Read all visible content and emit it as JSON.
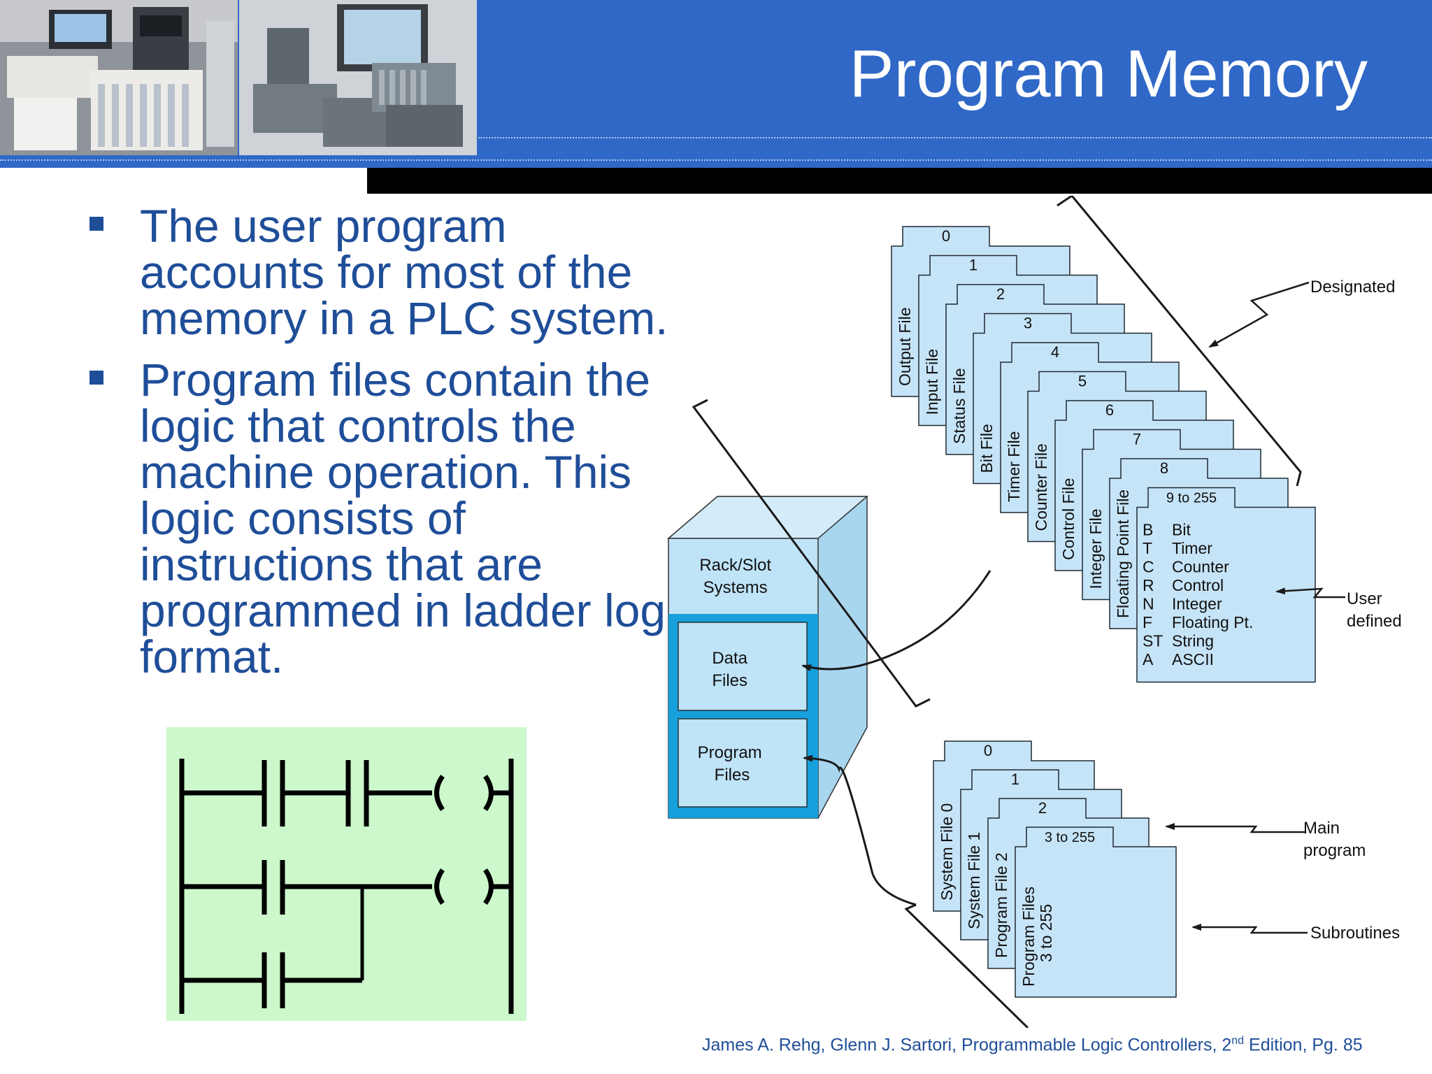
{
  "title": "Program Memory",
  "bullets": [
    {
      "text": "The user program accounts for most of the memory in a PLC system."
    },
    {
      "text": "Program files contain the logic that controls the machine operation. This logic consists of instructions that are programmed in ladder logic format."
    }
  ],
  "cabinet": {
    "rack_label": [
      "Rack/Slot",
      "Systems"
    ],
    "data_label": [
      "Data",
      "Files"
    ],
    "program_label": [
      "Program",
      "Files"
    ]
  },
  "data_files": {
    "numbers": [
      "0",
      "1",
      "2",
      "3",
      "4",
      "5",
      "6",
      "7",
      "8"
    ],
    "names": [
      "Output File",
      "Input File",
      "Status File",
      "Bit File",
      "Timer File",
      "Counter File",
      "Control File",
      "Integer File",
      "Floating Point File"
    ],
    "last_tab": "9 to 255",
    "user_types": [
      {
        "code": "B",
        "name": "Bit"
      },
      {
        "code": "T",
        "name": "Timer"
      },
      {
        "code": "C",
        "name": "Counter"
      },
      {
        "code": "R",
        "name": "Control"
      },
      {
        "code": "N",
        "name": "Integer"
      },
      {
        "code": "F",
        "name": "Floating Pt."
      },
      {
        "code": "ST",
        "name": "String"
      },
      {
        "code": "A",
        "name": "ASCII"
      }
    ],
    "designated_label": "Designated",
    "user_defined_label": [
      "User",
      "defined"
    ]
  },
  "program_files": {
    "numbers": [
      "0",
      "1",
      "2"
    ],
    "names": [
      "System File 0",
      "System File 1",
      "Program File 2"
    ],
    "last_tab": "3 to 255",
    "last_name": [
      "Program Files",
      "3 to 255"
    ],
    "main_label": [
      "Main",
      "program"
    ],
    "subroutines_label": "Subroutines"
  },
  "citation": {
    "before": "James A. Rehg, Glenn J. Sartori, Programmable Logic Controllers, 2",
    "sup": "nd",
    "after": " Edition, Pg. 85"
  },
  "colors": {
    "header_blue": "#2f68c7",
    "bullet_text": "#1f4e99",
    "card_fill": "#c6e4f7",
    "cabinet_fill": "#bfe3f7",
    "cabinet_highlight": "#17a0dc",
    "ladder_background": "#ccf8cc"
  }
}
